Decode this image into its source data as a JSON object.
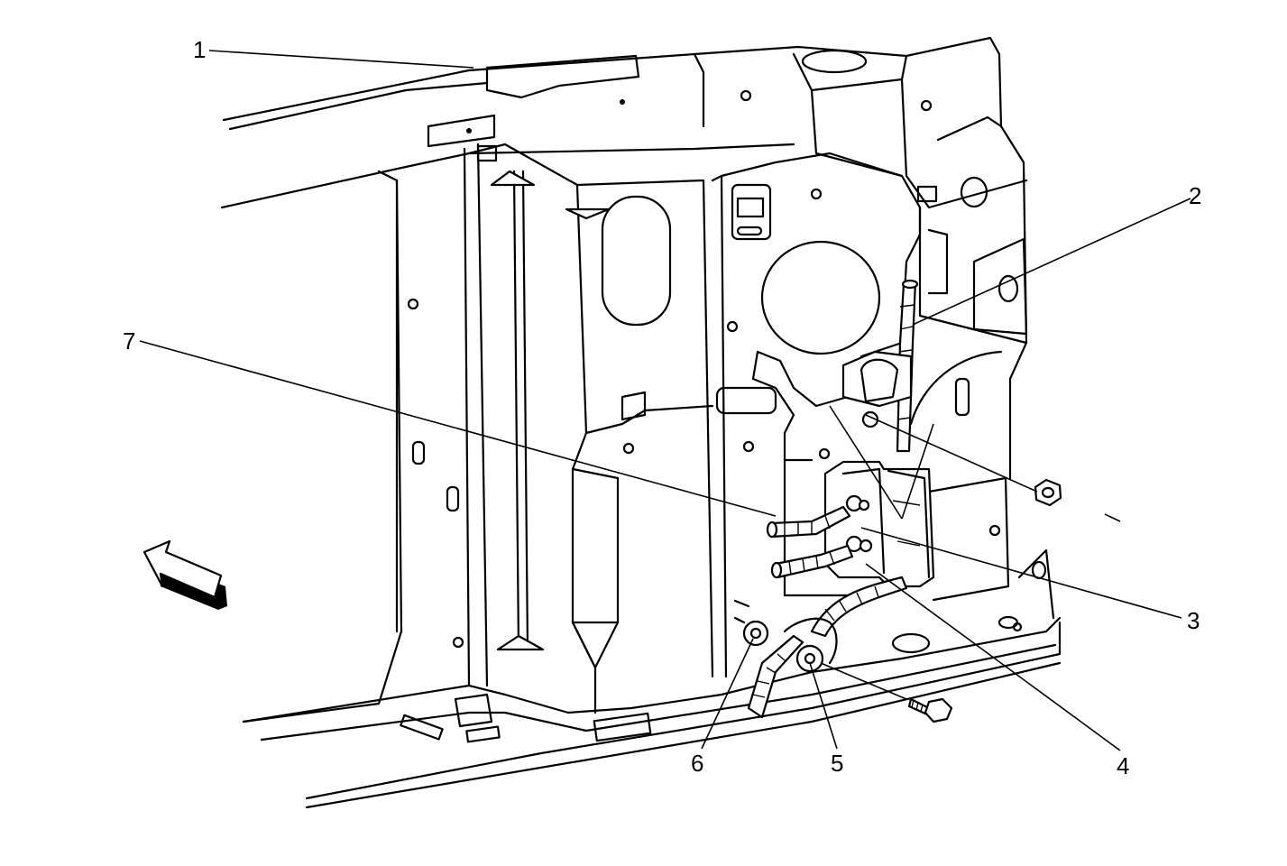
{
  "callouts": [
    {
      "id": "1",
      "label": "1"
    },
    {
      "id": "2",
      "label": "2"
    },
    {
      "id": "3",
      "label": "3"
    },
    {
      "id": "4",
      "label": "4"
    },
    {
      "id": "5",
      "label": "5"
    },
    {
      "id": "6",
      "label": "6"
    },
    {
      "id": "7",
      "label": "7"
    }
  ],
  "colors": {
    "ink": "#000000",
    "paper": "#ffffff"
  },
  "icons": [
    "direction-arrow-icon",
    "nut-icon",
    "bolt-icon"
  ]
}
